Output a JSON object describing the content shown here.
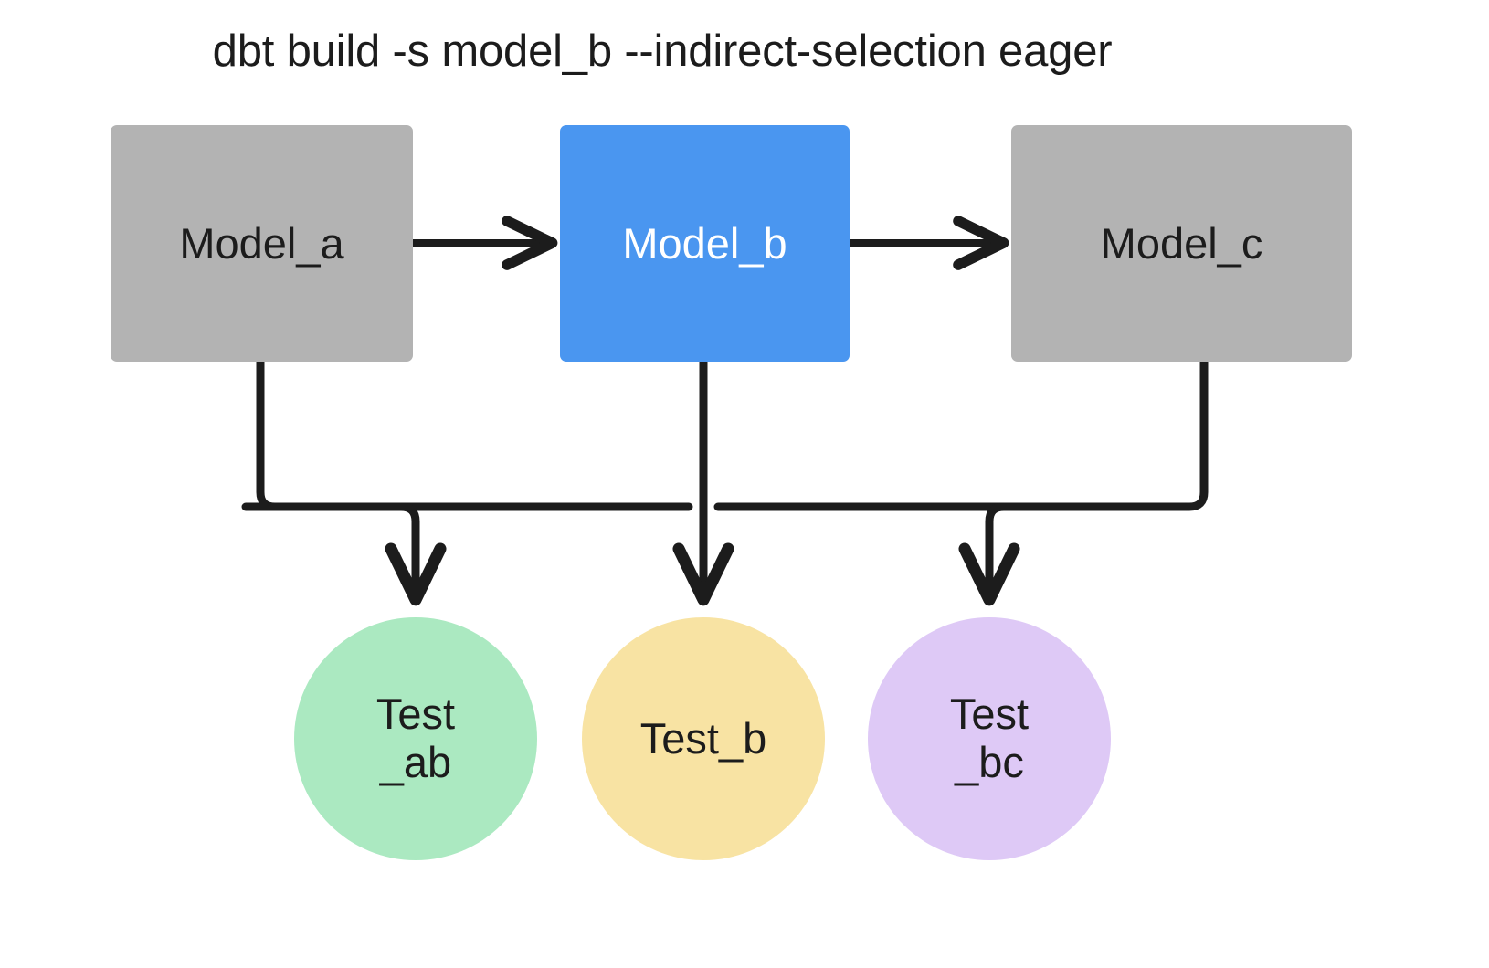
{
  "diagram": {
    "title": "dbt build -s model_b --indirect-selection eager",
    "background": "#ffffff",
    "edge_color": "#1c1c1c",
    "models": [
      {
        "id": "model_a",
        "label": "Model_a",
        "color": "#b3b3b3",
        "text_color": "#1c1c1c",
        "selected": false
      },
      {
        "id": "model_b",
        "label": "Model_b",
        "color": "#4a96f0",
        "text_color": "#ffffff",
        "selected": true
      },
      {
        "id": "model_c",
        "label": "Model_c",
        "color": "#b3b3b3",
        "text_color": "#1c1c1c",
        "selected": false
      }
    ],
    "tests": [
      {
        "id": "test_ab",
        "label": "Test_ab",
        "line1": "Test",
        "line2": "_ab",
        "color": "#abe9c1"
      },
      {
        "id": "test_b",
        "label": "Test_b",
        "line1": "Test_b",
        "line2": "",
        "color": "#f8e3a3"
      },
      {
        "id": "test_bc",
        "label": "Test_bc",
        "line1": "Test",
        "line2": "_bc",
        "color": "#dec9f6"
      }
    ],
    "edges": [
      {
        "from": "model_a",
        "to": "model_b",
        "kind": "arrow"
      },
      {
        "from": "model_b",
        "to": "model_c",
        "kind": "arrow"
      },
      {
        "from": "model_a",
        "to": "test_ab",
        "kind": "elbow-arrow"
      },
      {
        "from": "model_b",
        "to": "test_b",
        "kind": "straight-arrow"
      },
      {
        "from": "model_c",
        "to": "test_bc",
        "kind": "elbow-arrow"
      }
    ]
  }
}
